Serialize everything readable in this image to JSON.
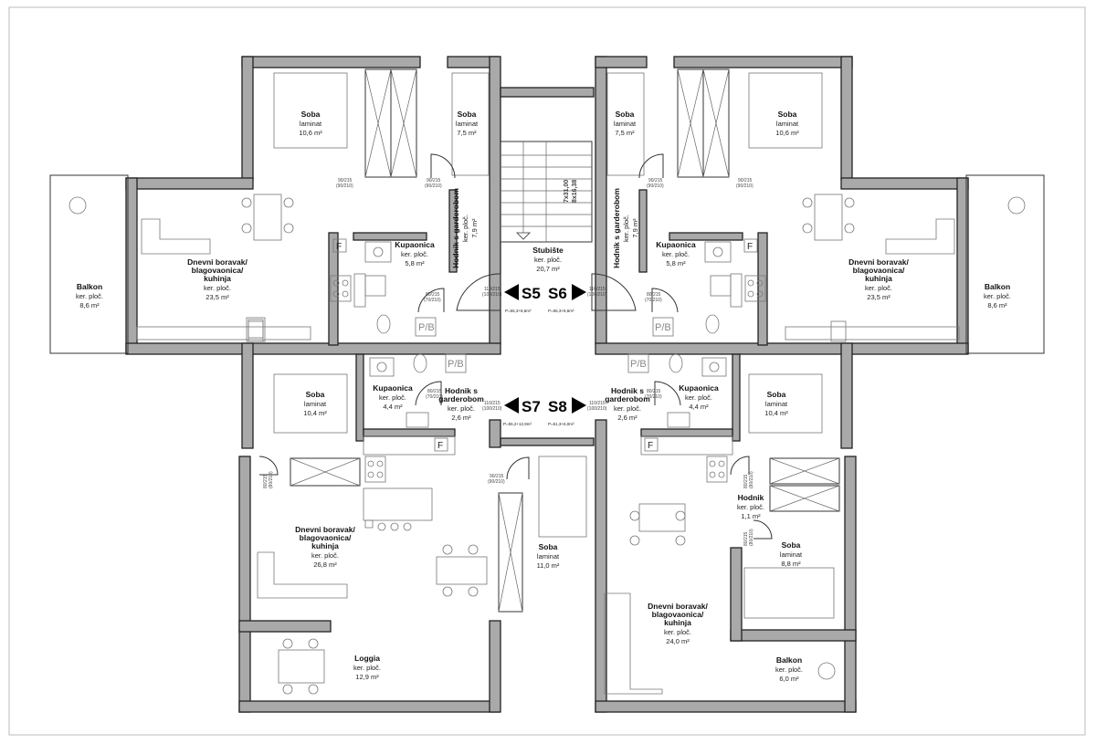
{
  "rooms": {
    "tl_soba_a": {
      "name": "Soba",
      "l1": "laminat",
      "l2": "10,6 m²"
    },
    "tl_soba_b": {
      "name": "Soba",
      "l1": "laminat",
      "l2": "7,5 m²"
    },
    "tr_soba_b": {
      "name": "Soba",
      "l1": "laminat",
      "l2": "7,5 m²"
    },
    "tr_soba_a": {
      "name": "Soba",
      "l1": "laminat",
      "l2": "10,6 m²"
    },
    "tl_balkon": {
      "name": "Balkon",
      "l1": "ker. ploč.",
      "l2": "8,6 m²"
    },
    "tr_balkon": {
      "name": "Balkon",
      "l1": "ker. ploč.",
      "l2": "8,6 m²"
    },
    "tl_dnevni": {
      "l1": "Dnevni boravak/",
      "l2": "blagovaonica/",
      "l3": "kuhinja",
      "l4": "ker. ploč.",
      "l5": "23,5 m²"
    },
    "tr_dnevni": {
      "l1": "Dnevni boravak/",
      "l2": "blagovaonica/",
      "l3": "kuhinja",
      "l4": "ker. ploč.",
      "l5": "23,5 m²"
    },
    "tl_kup": {
      "name": "Kupaonica",
      "l1": "ker. ploč.",
      "l2": "5,8 m²"
    },
    "tr_kup": {
      "name": "Kupaonica",
      "l1": "ker. ploč.",
      "l2": "5,8 m²"
    },
    "tl_hodnik": {
      "l1": "Hodnik s garderobom",
      "l2": "ker. ploč.",
      "l3": "7,9 m²"
    },
    "tr_hodnik": {
      "l1": "Hodnik s garderobom",
      "l2": "ker. ploč.",
      "l3": "7,9 m²"
    },
    "stubiste": {
      "name": "Stubište",
      "l1": "ker. ploč.",
      "l2": "20,7 m²"
    },
    "bl_soba": {
      "name": "Soba",
      "l1": "laminat",
      "l2": "10,4 m²"
    },
    "br_soba": {
      "name": "Soba",
      "l1": "laminat",
      "l2": "10,4 m²"
    },
    "bl_kup": {
      "name": "Kupaonica",
      "l1": "ker. ploč.",
      "l2": "4,4 m²"
    },
    "br_kup": {
      "name": "Kupaonica",
      "l1": "ker. ploč.",
      "l2": "4,4 m²"
    },
    "bl_hodnik": {
      "l1": "Hodnik s",
      "l2": "garderobom",
      "l3": "ker. ploč.",
      "l4": "2,6 m²"
    },
    "br_hodnik": {
      "l1": "Hodnik s",
      "l2": "garderobom",
      "l3": "ker. ploč.",
      "l4": "2,6 m²"
    },
    "bl_dnevni": {
      "l1": "Dnevni boravak/",
      "l2": "blagovaonica/",
      "l3": "kuhinja",
      "l4": "ker. ploč.",
      "l5": "26,8 m²"
    },
    "bm_soba": {
      "name": "Soba",
      "l1": "laminat",
      "l2": "11,0 m²"
    },
    "bl_loggia": {
      "name": "Loggia",
      "l1": "ker. ploč.",
      "l2": "12,9 m²"
    },
    "br_hodnik2": {
      "name": "Hodnik",
      "l1": "ker. ploč.",
      "l2": "1,1 m²"
    },
    "br_soba2": {
      "name": "Soba",
      "l1": "laminat",
      "l2": "8,8 m²"
    },
    "br_dnevni": {
      "l1": "Dnevni boravak/",
      "l2": "blagovaonica/",
      "l3": "kuhinja",
      "l4": "ker. ploč.",
      "l5": "24,0 m²"
    },
    "br_balkon": {
      "name": "Balkon",
      "l1": "ker. ploč.",
      "l2": "6,0 m²"
    }
  },
  "apartments": {
    "s5": {
      "label": "S5",
      "area": "P=55,3+8,6m²"
    },
    "s6": {
      "label": "S6",
      "area": "P=55,3+8,6m²"
    },
    "s7": {
      "label": "S7",
      "area": "P=55,2+12,9m²"
    },
    "s8": {
      "label": "S8",
      "area": "P=51,3+6,0m²"
    }
  },
  "stair": {
    "line1": "7x31,00",
    "line2": "8x16,38"
  },
  "doors": {
    "d90_215": "90/215",
    "d90_210": "(90/210)",
    "d80_215": "80/215",
    "d80_210": "(80/210)",
    "d80_215b": "80/215",
    "d80_210b": "(80/210)",
    "d110_215": "110/215",
    "d100_210": "(100/210)",
    "d110_215b": "110/215",
    "d100_210b": "(100/210)",
    "d110_215c": "110/215",
    "d100_210c": "(100/210)",
    "d110_215d": "110/215",
    "d100_210d": "(100/210)",
    "d90_215b": "90/215",
    "d90_210b": "(90/210)",
    "d90_215c": "90/215",
    "d90_210c": "(90/210)",
    "d90_215d": "90/215",
    "d90_210d": "(90/210)",
    "d90_215e": "90/215",
    "d90_210e": "(90/210)",
    "d80_215c": "80/215",
    "d70_210": "(70/210)",
    "d80_215d": "80/215",
    "d70_210b": "(70/210)",
    "d80_215e": "80/215",
    "d70_210c": "(70/210)",
    "d80_215f": "80/215",
    "d70_210d": "(70/210)",
    "d80_215g": "80/215",
    "d80_210g": "(80/210)",
    "d80_215h": "80/215",
    "d80_210h": "(80/210)",
    "d90_215f": "90/215",
    "d90_210f": "(90/210)",
    "d80_215i": "80/215",
    "d80_210i": "(80/210)"
  },
  "labels": {
    "pb1": "P/B",
    "pb2": "P/B",
    "pb3": "P/B",
    "pb4": "P/B",
    "f1": "F",
    "f2": "F",
    "f3": "F",
    "f4": "F"
  }
}
